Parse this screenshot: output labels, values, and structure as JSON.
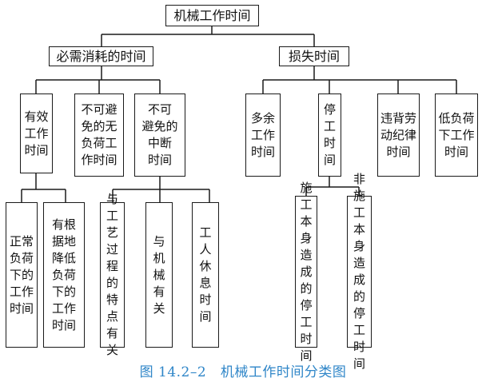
{
  "root": "机械工作时间",
  "essential": {
    "label": "必需消耗的时间",
    "effective": "有效\n工作\n时间",
    "unavoidable_noload": "不可避\n免的无\n负荷工\n作时间",
    "unavoidable_interrupt": "不可\n避免的\n中断\n时间",
    "normal_load": "正常负荷下的工作时间",
    "reduced_load": "有根据地降低负荷下的工作时间",
    "process_related": "与工艺过程的特点有关",
    "machine_related": "与机械有关",
    "worker_rest": "工人休息时间"
  },
  "loss": {
    "label": "损失时间",
    "excess": "多余\n工作\n时间",
    "stoppage": "停工\n时间",
    "discipline": "违背劳\n动纪律\n时间",
    "low_load": "低负荷\n下工作\n时间",
    "construction_caused": "施工本身造成的停工时间",
    "non_construction_caused": "非施工本身造成的停工时间"
  },
  "caption": {
    "figure_no": "图 14.2–2",
    "title": "机械工作时间分类图"
  }
}
